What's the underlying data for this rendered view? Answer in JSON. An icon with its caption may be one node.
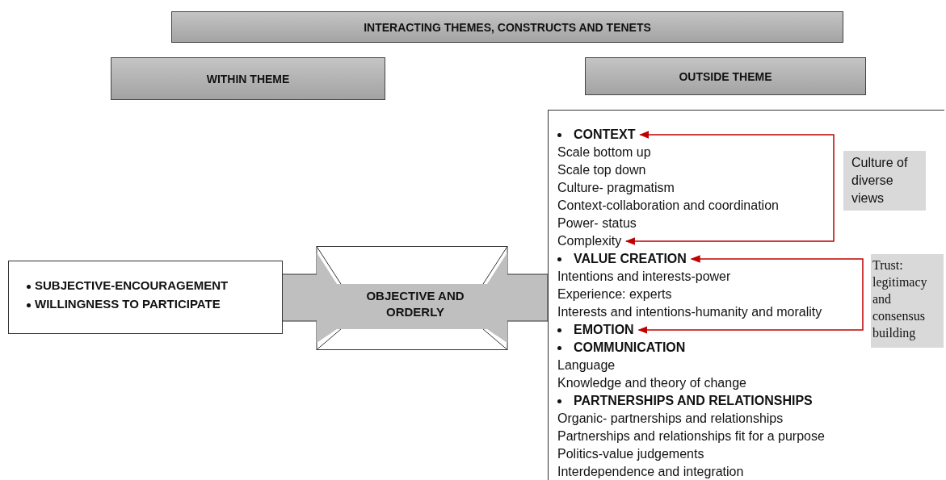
{
  "diagram": {
    "nodes": [
      {
        "text": [
          "INTERACTING THEMES, CONSTRUCTS AND TENETS"
        ]
      },
      {
        "text": [
          "WITHIN THEME"
        ]
      },
      {
        "text": [
          "OUTSIDE THEME"
        ]
      },
      {
        "text": [
          "SUBJECTIVE-ENCOURAGEMENT",
          "WILLINGNESS TO PARTICIPATE"
        ]
      },
      {
        "text": [
          "OBJECTIVE AND ORDERLY"
        ]
      },
      {
        "text": [],
        "shape": "box"
      },
      {
        "text": [
          "CONTEXT"
        ],
        "in": 5
      },
      {
        "text": [
          "Scale bottom up"
        ],
        "in": 5
      },
      {
        "text": [
          "Scale top down"
        ],
        "in": 5
      },
      {
        "text": [
          "Culture- pragmatism"
        ],
        "in": 5
      },
      {
        "text": [
          "Context-collaboration and coordination"
        ],
        "in": 5
      },
      {
        "text": [
          "Power- status"
        ],
        "in": 5
      },
      {
        "text": [
          "Complexity"
        ],
        "in": 5
      },
      {
        "text": [
          "VALUE CREATION"
        ],
        "in": 5
      },
      {
        "text": [
          "Intentions and interests-power"
        ],
        "in": 5
      },
      {
        "text": [
          "Experience: experts"
        ],
        "in": 5
      },
      {
        "text": [
          "Interests and intentions-humanity and morality"
        ],
        "in": 5
      },
      {
        "text": [
          "EMOTION"
        ],
        "in": 5
      },
      {
        "text": [
          "COMMUNICATION"
        ],
        "in": 5
      },
      {
        "text": [
          "Language"
        ],
        "in": 5
      },
      {
        "text": [
          "Knowledge and theory of change"
        ],
        "in": 5
      },
      {
        "text": [
          "PARTNERSHIPS AND RELATIONSHIPS"
        ],
        "in": 5
      },
      {
        "text": [
          "Organic- partnerships and relationships"
        ],
        "in": 5
      },
      {
        "text": [
          "Partnerships and relationships fit for a purpose"
        ],
        "in": 5
      },
      {
        "text": [
          "Politics-value judgements"
        ],
        "in": 5
      },
      {
        "text": [
          "Interdependence and integration"
        ],
        "in": 5
      },
      {
        "text": [
          "Culture of diverse views"
        ],
        "in": 5
      },
      {
        "text": [
          "Trust: legitimacy and consensus building"
        ],
        "in": 5
      }
    ],
    "edges": [
      {
        "from": 6,
        "to": 12,
        "arrow": "both"
      },
      {
        "from": 13,
        "to": 17,
        "arrow": "both"
      }
    ]
  }
}
